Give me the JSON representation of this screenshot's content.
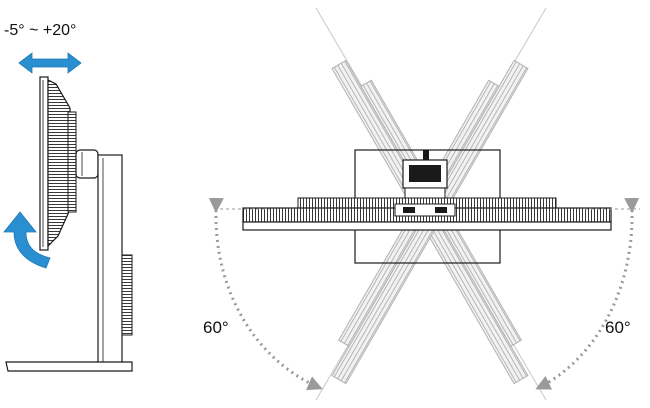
{
  "labels": {
    "tilt_range": "-5° ~ +20°",
    "swivel_left": "60°",
    "swivel_right": "60°"
  },
  "colors": {
    "arrow_blue": "#2a8fd0",
    "line": "#1a1a1a",
    "ghost": "#c8c8c8",
    "dotted_arrow": "#9a9a9a"
  },
  "icons": {
    "tilt_arrow": "double-headed-horizontal-arrow",
    "rotate_arrow": "curved-rotation-arrow",
    "swivel_arrows": "dotted-curved-arrows"
  }
}
